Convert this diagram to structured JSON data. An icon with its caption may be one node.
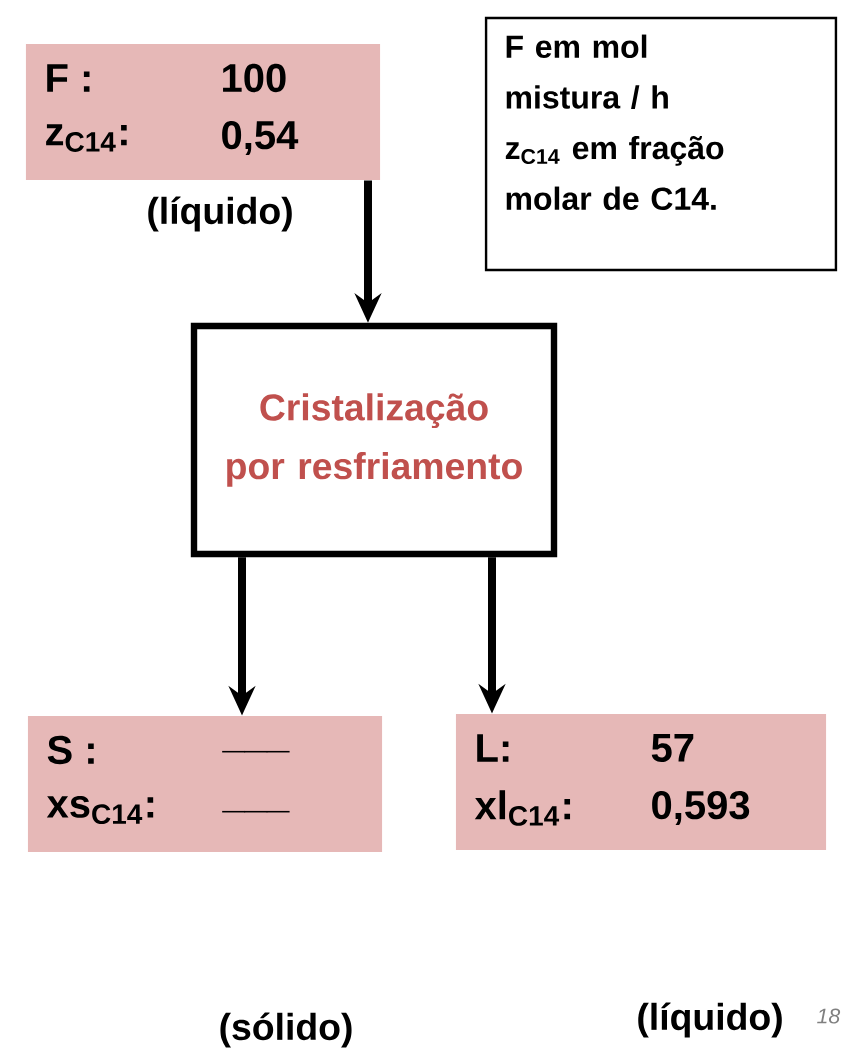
{
  "diagram": {
    "nodes": [
      {
        "text": [
          "F :",
          "100",
          "z$_{C14}$:",
          "0,54"
        ],
        "beside": [
          "(líquido)"
        ]
      },
      {
        "text": [
          "F em mol mistura / h z$_{C14}$ em fração molar de C14."
        ]
      },
      {
        "text": [
          "Cristalização por resfriamento"
        ]
      },
      {
        "text": [
          "S :",
          "___",
          "xs$_{C14}$:",
          "___"
        ]
      },
      {
        "text": [
          "L:",
          "57",
          "xl$_{C14}$:",
          "0,593"
        ]
      }
    ],
    "edges": [
      {
        "from": 0,
        "to": 2,
        "arrow": "to"
      },
      {
        "from": 2,
        "to": 3,
        "arrow": "to"
      },
      {
        "from": 2,
        "to": 4,
        "arrow": "to"
      }
    ],
    "labels": [
      "(sólido)",
      "(líquido)",
      "18"
    ]
  }
}
